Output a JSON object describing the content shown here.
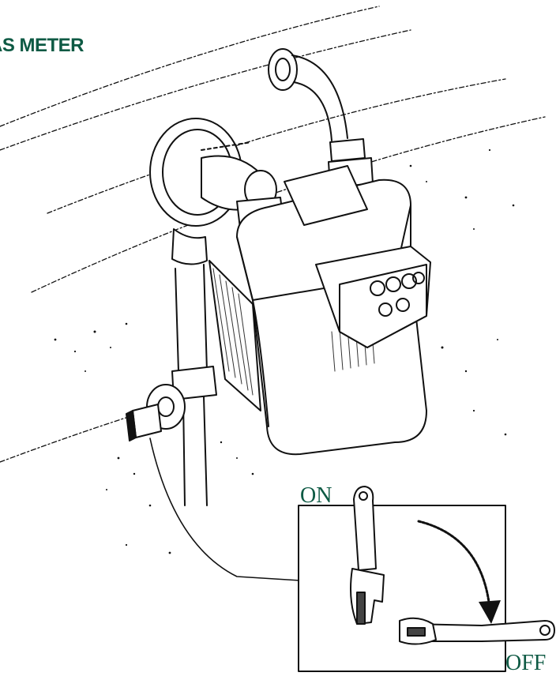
{
  "title": "AS METER",
  "valve_diagram": {
    "on_label": "ON",
    "off_label": "OFF"
  },
  "colors": {
    "ink": "#111111",
    "accent_green": "#0e5a44",
    "paper": "#ffffff"
  }
}
